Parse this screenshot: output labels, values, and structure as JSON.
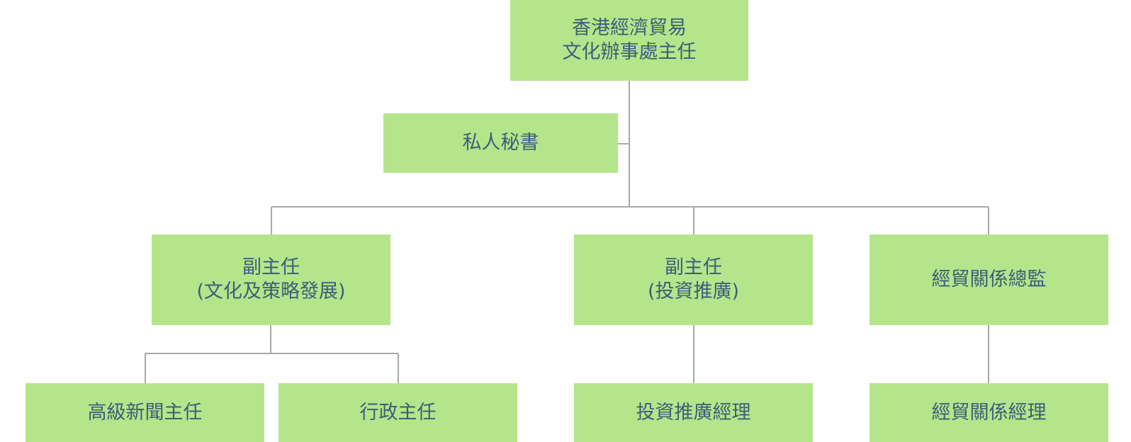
{
  "colors": {
    "box_fill": "#b5e58a",
    "text": "#3a5f7a",
    "connector": "#a9a9a9"
  },
  "org_chart": {
    "director": {
      "line1": "香港經濟貿易",
      "line2": "文化辦事處主任"
    },
    "private_secretary": {
      "line1": "私人秘書"
    },
    "deputy_culture": {
      "line1": "副主任",
      "line2": "(文化及策略發展)"
    },
    "deputy_investment": {
      "line1": "副主任",
      "line2": "(投資推廣)"
    },
    "trade_relations_director": {
      "line1": "經貿關係總監"
    },
    "senior_information_officer": {
      "line1": "高級新聞主任"
    },
    "administration_officer": {
      "line1": "行政主任"
    },
    "investment_promotion_manager": {
      "line1": "投資推廣經理"
    },
    "trade_relations_manager": {
      "line1": "經貿關係經理"
    }
  }
}
